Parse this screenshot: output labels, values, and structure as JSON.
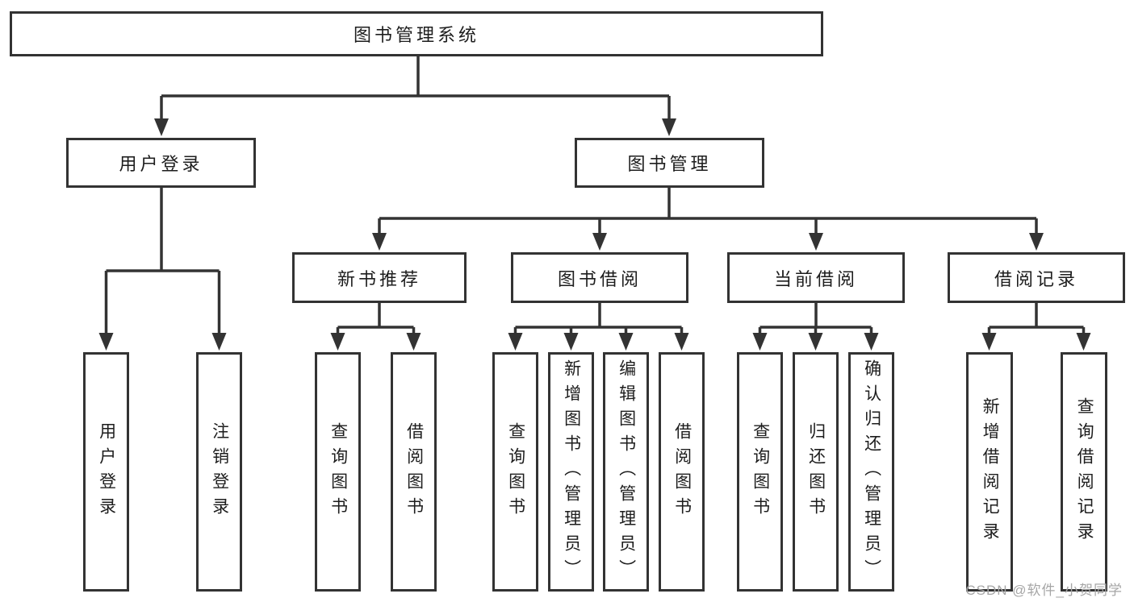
{
  "diagram": {
    "root": {
      "label": "图书管理系统"
    },
    "branches": [
      {
        "label": "用户登录",
        "children": [
          {
            "label": "用户登录"
          },
          {
            "label": "注销登录"
          }
        ]
      },
      {
        "label": "图书管理",
        "children": [
          {
            "label": "新书推荐",
            "children": [
              {
                "label": "查询图书"
              },
              {
                "label": "借阅图书"
              }
            ]
          },
          {
            "label": "图书借阅",
            "children": [
              {
                "label": "查询图书"
              },
              {
                "label": "新增图书（管理员）"
              },
              {
                "label": "编辑图书（管理员）"
              },
              {
                "label": "借阅图书"
              }
            ]
          },
          {
            "label": "当前借阅",
            "children": [
              {
                "label": "查询图书"
              },
              {
                "label": "归还图书"
              },
              {
                "label": "确认归还（管理员）"
              }
            ]
          },
          {
            "label": "借阅记录",
            "children": [
              {
                "label": "新增借阅记录"
              },
              {
                "label": "查询借阅记录"
              }
            ]
          }
        ]
      }
    ],
    "watermark": {
      "text": "CSDN @软件_小贺同学"
    },
    "colors": {
      "line": "#333333",
      "border": "#333333",
      "text": "#1d1d1d",
      "box_bg": "#ffffff",
      "watermark": "#a6a6a6",
      "background": "#ffffff"
    }
  }
}
